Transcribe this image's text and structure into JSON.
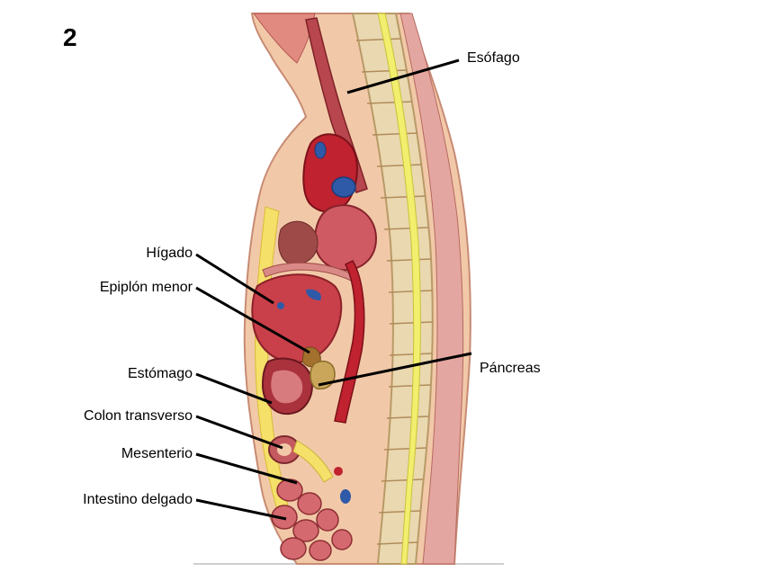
{
  "figure": {
    "number": "2"
  },
  "labels": {
    "esofago": "Esófago",
    "pancreas": "Páncreas",
    "higado": "Hígado",
    "epiplon": "Epiplón menor",
    "estomago": "Estómago",
    "colon": "Colon transverso",
    "mesenterio": "Mesenterio",
    "intestino": "Intestino delgado"
  },
  "colors": {
    "skin": "#f2c9a8",
    "fat": "#f5e06a",
    "muscle": "#d7535a",
    "liver": "#c9404a",
    "vessel_red": "#c0222f",
    "vessel_blue": "#2f5aa8",
    "bone": "#e9d8b0",
    "spinal_cord": "#f2ee6e",
    "stomach": "#a9323d",
    "intestine": "#d4696f"
  }
}
